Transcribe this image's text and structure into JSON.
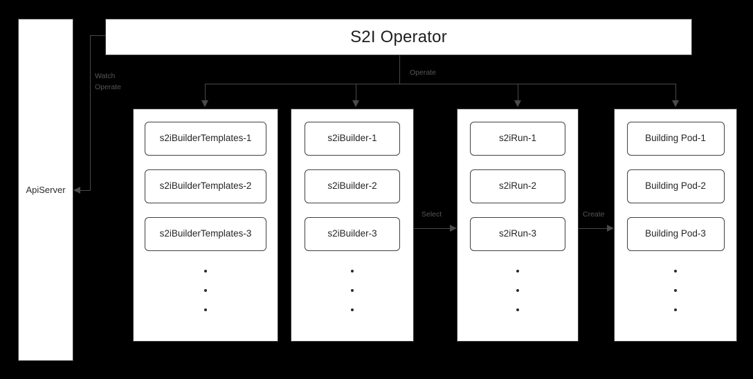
{
  "diagram": {
    "background_color": "#000000",
    "box_fill": "#ffffff",
    "border_color": "#3d3d3d",
    "label_color": "#585858"
  },
  "apiserver": {
    "label": "ApiServer"
  },
  "operator": {
    "title": "S2I Operator"
  },
  "edges": {
    "watch_operate": "Watch\nOperate",
    "operate": "Operate",
    "select": "Select",
    "create": "Create"
  },
  "columns": [
    {
      "id": "templates",
      "items": [
        "s2iBuilderTemplates-1",
        "s2iBuilderTemplates-2",
        "s2iBuilderTemplates-3"
      ],
      "ellipsis": "vertical-three-dots"
    },
    {
      "id": "builders",
      "items": [
        "s2iBuilder-1",
        "s2iBuilder-2",
        "s2iBuilder-3"
      ],
      "ellipsis": "vertical-three-dots"
    },
    {
      "id": "runs",
      "items": [
        "s2iRun-1",
        "s2iRun-2",
        "s2iRun-3"
      ],
      "ellipsis": "vertical-three-dots"
    },
    {
      "id": "pods",
      "items": [
        "Building Pod-1",
        "Building Pod-2",
        "Building Pod-3"
      ],
      "ellipsis": "vertical-three-dots"
    }
  ]
}
